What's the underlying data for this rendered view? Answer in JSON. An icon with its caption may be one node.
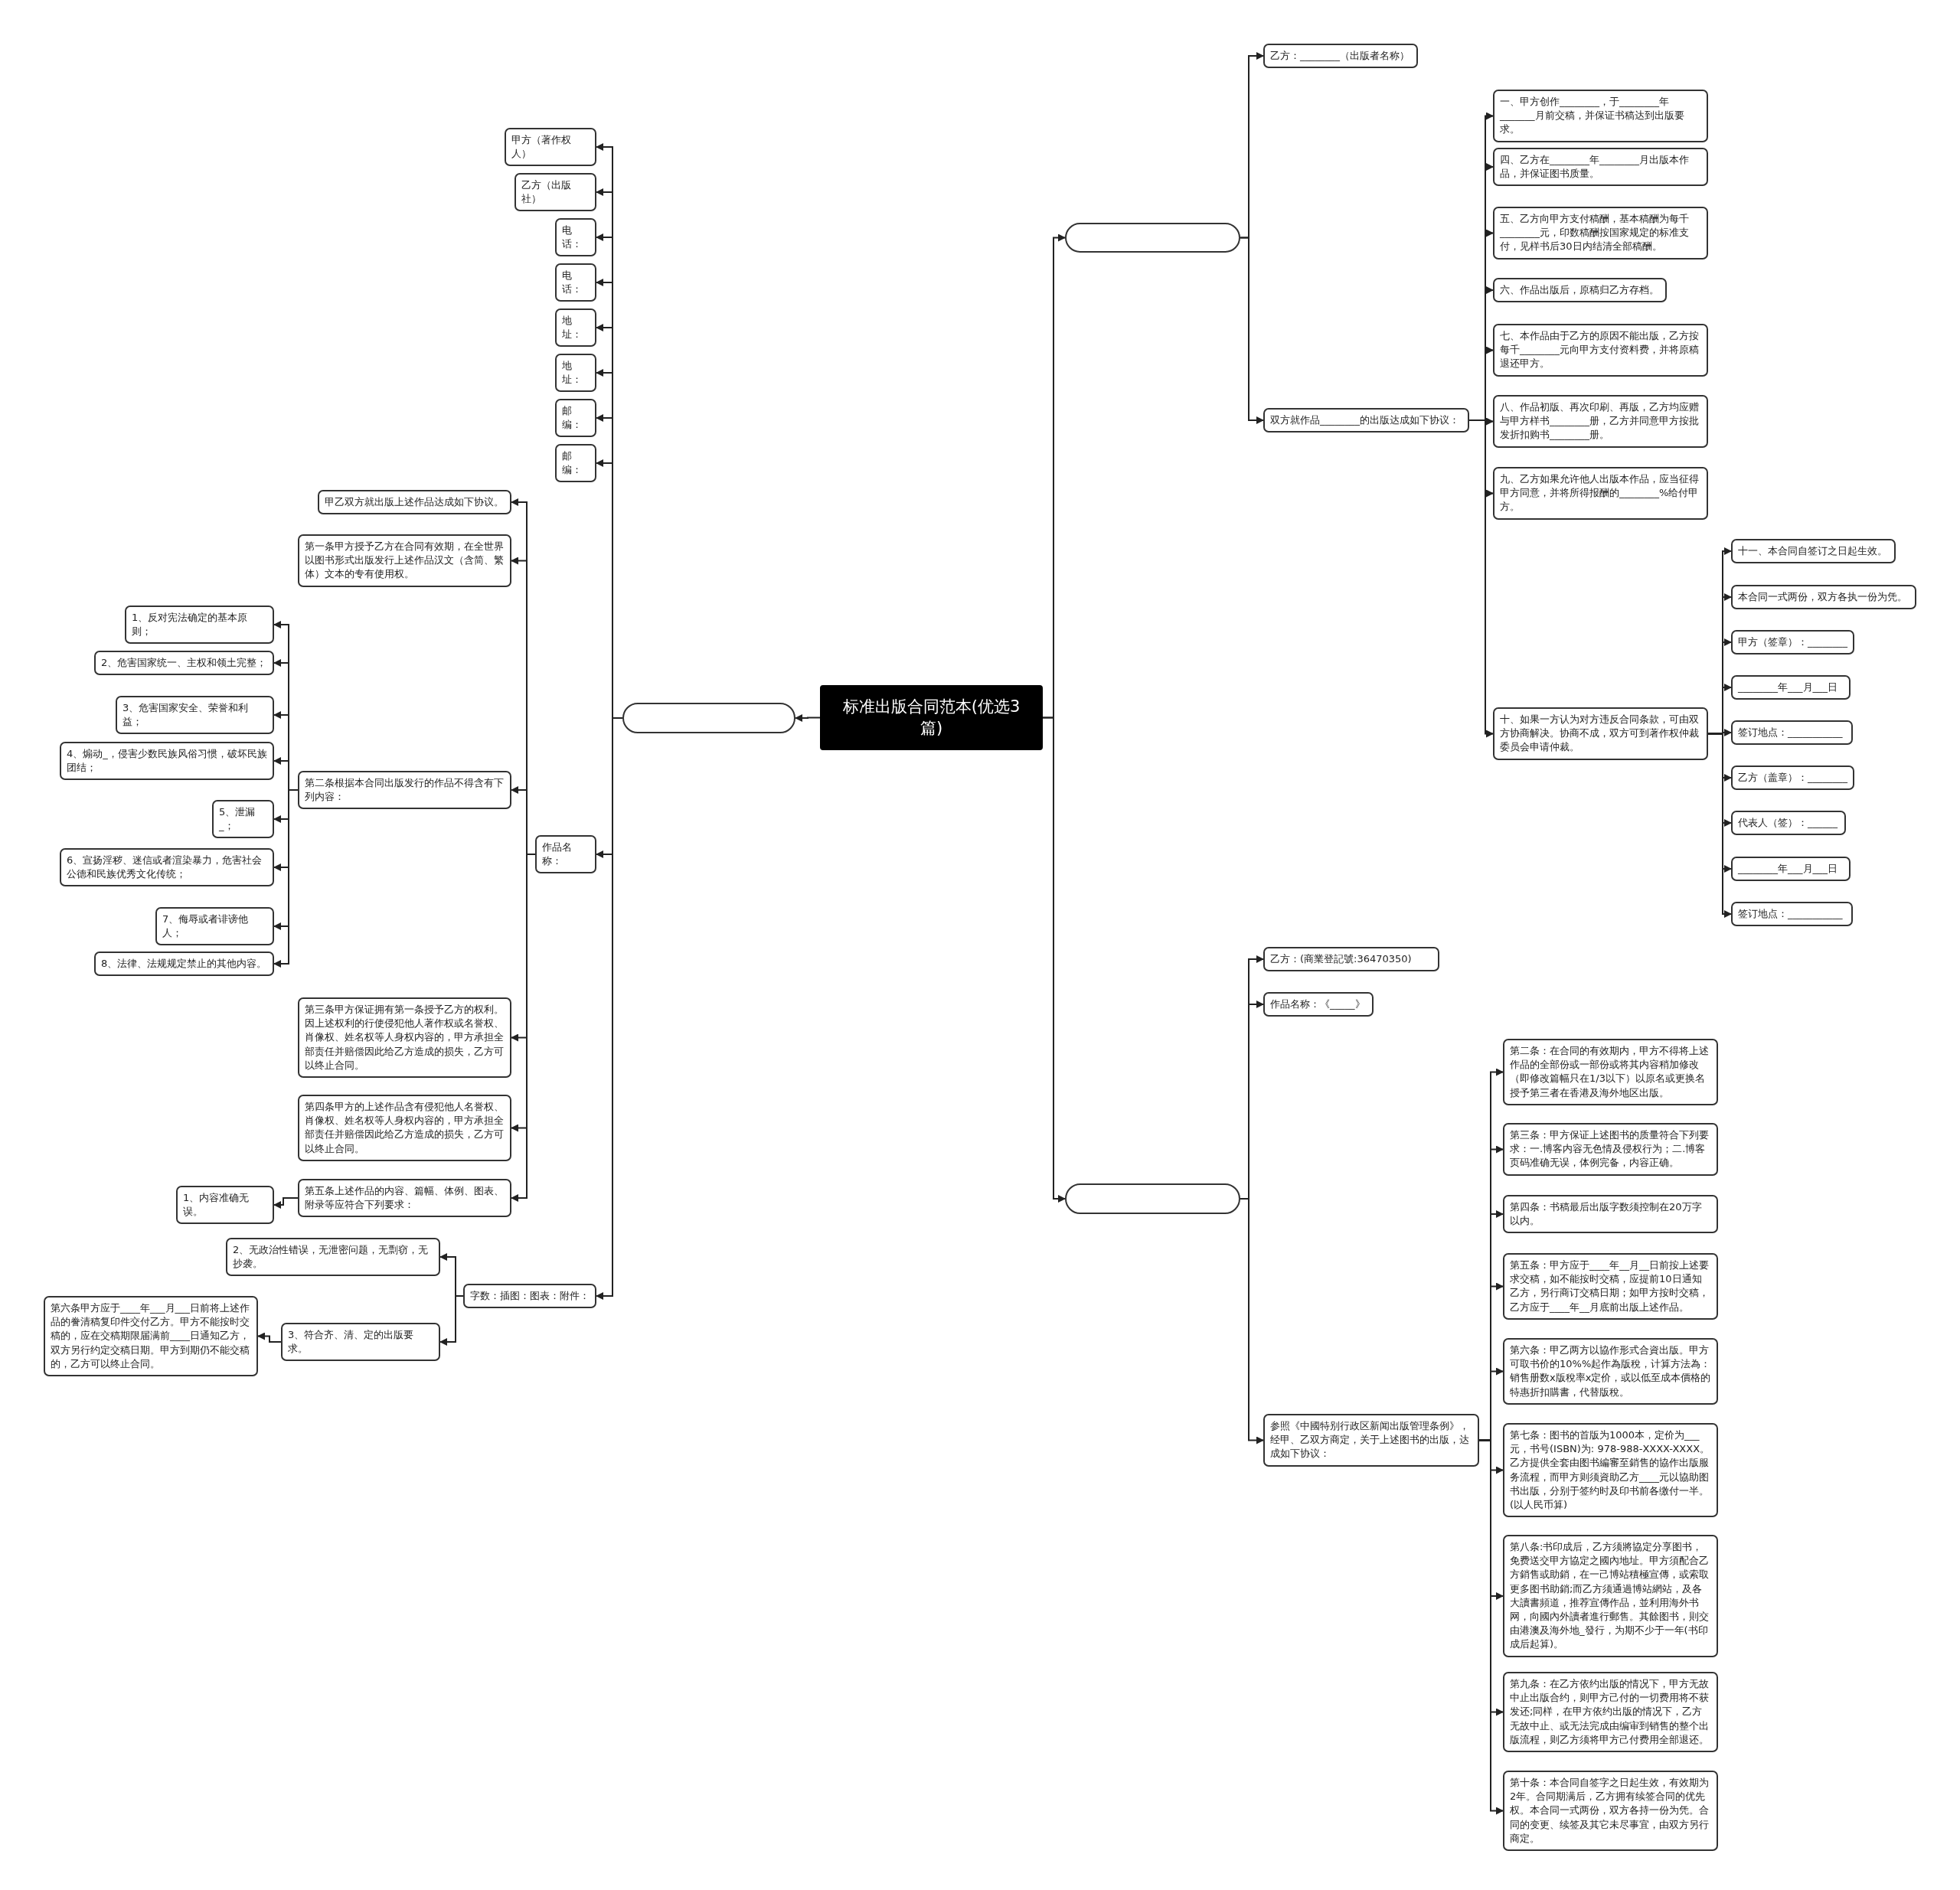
{
  "diagram": {
    "nodes": [
      {
        "text": [
          "标准出版合同范本(优选3篇)"
        ]
      },
      {
        "text": [],
        "shape": "box"
      },
      {
        "text": [
          "甲方（著作权人）"
        ]
      },
      {
        "text": [
          "乙方（出版社）"
        ]
      },
      {
        "text": [
          "电话："
        ]
      },
      {
        "text": [
          "电话："
        ]
      },
      {
        "text": [
          "地址："
        ]
      },
      {
        "text": [
          "地址："
        ]
      },
      {
        "text": [
          "邮编："
        ]
      },
      {
        "text": [
          "邮编："
        ]
      },
      {
        "text": [
          "作品名称："
        ]
      },
      {
        "text": [
          "甲乙双方就出版上述作品达成如下协议。"
        ]
      },
      {
        "text": [
          "第一条甲方授予乙方在合同有效期，在全世界以图书形式出版发行上述作品汉文（含简、繁体）文本的专有使用权。"
        ]
      },
      {
        "text": [
          "第二条根据本合同出版发行的作品不得含有下列内容："
        ]
      },
      {
        "text": [
          "1、反对宪法确定的基本原则；"
        ]
      },
      {
        "text": [
          "2、危害国家统一、主权和领土完整；"
        ]
      },
      {
        "text": [
          "3、危害国家安全、荣誉和利益；"
        ]
      },
      {
        "text": [
          "4、煽动_，侵害少数民族风俗习惯，破坏民族团结；"
        ]
      },
      {
        "text": [
          "5、泄漏_；"
        ]
      },
      {
        "text": [
          "6、宣扬淫秽、迷信或者渲染暴力，危害社会公德和民族优秀文化传统；"
        ]
      },
      {
        "text": [
          "7、侮辱或者诽谤他人；"
        ]
      },
      {
        "text": [
          "8、法律、法规规定禁止的其他内容。"
        ]
      },
      {
        "text": [
          "第三条甲方保证拥有第一条授予乙方的权利。因上述权利的行使侵犯他人著作权或名誉权、肖像权、姓名权等人身权内容的，甲方承担全部责任并赔偿因此给乙方造成的损失，乙方可以终止合同。"
        ]
      },
      {
        "text": [
          "第四条甲方的上述作品含有侵犯他人名誉权、肖像权、姓名权等人身权内容的，甲方承担全部责任并赔偿因此给乙方造成的损失，乙方可以终止合同。"
        ]
      },
      {
        "text": [
          "第五条上述作品的内容、篇幅、体例、图表、附录等应符合下列要求："
        ]
      },
      {
        "text": [
          "1、内容准确无误。"
        ]
      },
      {
        "text": [
          "字数：插图：图表：附件："
        ]
      },
      {
        "text": [
          "2、无政治性错误，无泄密问题，无剽窃，无抄袭。"
        ]
      },
      {
        "text": [
          "3、符合齐、清、定的出版要求。"
        ]
      },
      {
        "text": [
          "第六条甲方应于____年___月___日前将上述作品的誊清稿复印件交付乙方。甲方不能按时交稿的，应在交稿期限届满前____日通知乙方，双方另行约定交稿日期。甲方到期仍不能交稿的，乙方可以终止合同。"
        ]
      },
      {
        "text": [],
        "shape": "box"
      },
      {
        "text": [
          "乙方：________（出版者名称）"
        ]
      },
      {
        "text": [
          "双方就作品________的出版达成如下协议："
        ]
      },
      {
        "text": [
          "一、甲方创作________，于________年_______月前交稿，并保证书稿达到出版要求。"
        ]
      },
      {
        "text": [
          "四、乙方在________年________月出版本作品，并保证图书质量。"
        ]
      },
      {
        "text": [
          "五、乙方向甲方支付稿酬，基本稿酬为每千________元，印数稿酬按国家规定的标准支付，见样书后30日内结清全部稿酬。"
        ]
      },
      {
        "text": [
          "六、作品出版后，原稿归乙方存档。"
        ]
      },
      {
        "text": [
          "七、本作品由于乙方的原因不能出版，乙方按每千________元向甲方支付资料费，并将原稿退还甲方。"
        ]
      },
      {
        "text": [
          "八、作品初版、再次印刷、再版，乙方均应赠与甲方样书________册，乙方并同意甲方按批发折扣购书________册。"
        ]
      },
      {
        "text": [
          "九、乙方如果允许他人出版本作品，应当征得甲方同意，并将所得报酬的________%给付甲方。"
        ]
      },
      {
        "text": [
          "十、如果一方认为对方违反合同条款，可由双方协商解决。协商不成，双方可到著作权仲裁委员会申请仲裁。"
        ]
      },
      {
        "text": [
          "十一、本合同自签订之日起生效。"
        ]
      },
      {
        "text": [
          "本合同一式两份，双方各执一份为凭。"
        ]
      },
      {
        "text": [
          "甲方（签章）：________"
        ]
      },
      {
        "text": [
          "________年___月___日"
        ]
      },
      {
        "text": [
          "签订地点：___________"
        ]
      },
      {
        "text": [
          "乙方（盖章）：________"
        ]
      },
      {
        "text": [
          "代表人（签）：______"
        ]
      },
      {
        "text": [
          "________年___月___日"
        ]
      },
      {
        "text": [
          "签订地点：___________"
        ]
      },
      {
        "text": [],
        "shape": "box"
      },
      {
        "text": [
          "乙方：(商業登記號:36470350)"
        ]
      },
      {
        "text": [
          "作品名称：《_____》"
        ]
      },
      {
        "text": [
          "参照《中國特别行政区新闻出版管理条例》，经甲、乙双方商定，关于上述图书的出版，达成如下协议："
        ]
      },
      {
        "text": [
          "第二条：在合同的有效期内，甲方不得将上述作品的全部份或一部份或将其内容稍加修改（即修改篇幅只在1/3以下）以原名或更换名授予第三者在香港及海外地区出版。"
        ]
      },
      {
        "text": [
          "第三条：甲方保证上述图书的质量符合下列要求：一.博客内容无色情及侵权行为；二.博客页码准确无误，体例完备，内容正确。"
        ]
      },
      {
        "text": [
          "第四条：书稿最后出版字数须控制在20万字以内。"
        ]
      },
      {
        "text": [
          "第五条：甲方应于____年__月__日前按上述要求交稿，如不能按时交稿，应提前10日通知乙方，另行商订交稿日期；如甲方按时交稿，乙方应于____年__月底前出版上述作品。"
        ]
      },
      {
        "text": [
          "第六条：甲乙两方以協作形式合資出版。甲方可取书价的10%%起作為版稅，计算方法為：销售册数x版稅率x定价，或以低至成本價格的特惠折扣購書，代替版稅。"
        ]
      },
      {
        "text": [
          "第七条：图书的首版为1000本，定价为___元，书号(ISBN)为: 978-988-XXXX-XXXX。乙方提供全套由图书編審至銷售的協作出版服务流程，而甲方则须資助乙方____元以協助图书出版，分别于签约时及印书前各缴付一半。(以人民币算)"
        ]
      },
      {
        "text": [
          "第八条:书印成后，乙方须將協定分享图书，免费送交甲方協定之國內地址。甲方須配合乙方銷售或助銷，在一己博站積極宣傳，或索取更多图书助銷;而乙方须通過博站網站，及各大讀書頻道，推荐宣傳作品，並利用海外书网，向國內外讀者進行郵售。其餘图书，則交由港澳及海外地_發行，为期不少于一年(书印成后起算)。"
        ]
      },
      {
        "text": [
          "第九条：在乙方依约出版的情况下，甲方无故中止出版合约，则甲方己付的一切费用将不获发还;同样，在甲方依约出版的情况下，乙方无故中止、或无法完成由编审到销售的整个出版流程，则乙方须将甲方己付费用全部退还。"
        ]
      },
      {
        "text": [
          "第十条：本合同自签字之日起生效，有效期为2年。合同期满后，乙方拥有续签合同的优先权。本合同一式两份，双方各持一份为凭。合同的变更、续签及其它未尽事宜，由双方另行商定。"
        ]
      }
    ],
    "edges": [
      {
        "from": 0,
        "to": 1,
        "arrow": "to"
      },
      {
        "from": 1,
        "to": 2,
        "arrow": "to"
      },
      {
        "from": 1,
        "to": 3,
        "arrow": "to"
      },
      {
        "from": 1,
        "to": 4,
        "arrow": "to"
      },
      {
        "from": 1,
        "to": 5,
        "arrow": "to"
      },
      {
        "from": 1,
        "to": 6,
        "arrow": "to"
      },
      {
        "from": 1,
        "to": 7,
        "arrow": "to"
      },
      {
        "from": 1,
        "to": 8,
        "arrow": "to"
      },
      {
        "from": 1,
        "to": 9,
        "arrow": "to"
      },
      {
        "from": 1,
        "to": 10,
        "arrow": "to"
      },
      {
        "from": 10,
        "to": 11,
        "arrow": "to"
      },
      {
        "from": 10,
        "to": 12,
        "arrow": "to"
      },
      {
        "from": 10,
        "to": 13,
        "arrow": "to"
      },
      {
        "from": 13,
        "to": 14,
        "arrow": "to"
      },
      {
        "from": 13,
        "to": 15,
        "arrow": "to"
      },
      {
        "from": 13,
        "to": 16,
        "arrow": "to"
      },
      {
        "from": 13,
        "to": 17,
        "arrow": "to"
      },
      {
        "from": 13,
        "to": 18,
        "arrow": "to"
      },
      {
        "from": 13,
        "to": 19,
        "arrow": "to"
      },
      {
        "from": 13,
        "to": 20,
        "arrow": "to"
      },
      {
        "from": 13,
        "to": 21,
        "arrow": "to"
      },
      {
        "from": 10,
        "to": 22,
        "arrow": "to"
      },
      {
        "from": 10,
        "to": 23,
        "arrow": "to"
      },
      {
        "from": 10,
        "to": 24,
        "arrow": "to"
      },
      {
        "from": 24,
        "to": 25,
        "arrow": "to"
      },
      {
        "from": 1,
        "to": 26,
        "arrow": "to"
      },
      {
        "from": 26,
        "to": 27,
        "arrow": "to"
      },
      {
        "from": 26,
        "to": 28,
        "arrow": "to"
      },
      {
        "from": 28,
        "to": 29,
        "arrow": "to"
      },
      {
        "from": 0,
        "to": 30,
        "arrow": "to"
      },
      {
        "from": 30,
        "to": 31,
        "arrow": "to"
      },
      {
        "from": 30,
        "to": 32,
        "arrow": "to"
      },
      {
        "from": 32,
        "to": 33,
        "arrow": "to"
      },
      {
        "from": 32,
        "to": 34,
        "arrow": "to"
      },
      {
        "from": 32,
        "to": 35,
        "arrow": "to"
      },
      {
        "from": 32,
        "to": 36,
        "arrow": "to"
      },
      {
        "from": 32,
        "to": 37,
        "arrow": "to"
      },
      {
        "from": 32,
        "to": 38,
        "arrow": "to"
      },
      {
        "from": 32,
        "to": 39,
        "arrow": "to"
      },
      {
        "from": 32,
        "to": 40,
        "arrow": "to"
      },
      {
        "from": 40,
        "to": 41,
        "arrow": "to"
      },
      {
        "from": 40,
        "to": 42,
        "arrow": "to"
      },
      {
        "from": 40,
        "to": 43,
        "arrow": "to"
      },
      {
        "from": 40,
        "to": 44,
        "arrow": "to"
      },
      {
        "from": 40,
        "to": 45,
        "arrow": "to"
      },
      {
        "from": 40,
        "to": 46,
        "arrow": "to"
      },
      {
        "from": 40,
        "to": 47,
        "arrow": "to"
      },
      {
        "from": 40,
        "to": 48,
        "arrow": "to"
      },
      {
        "from": 40,
        "to": 49,
        "arrow": "to"
      },
      {
        "from": 0,
        "to": 50,
        "arrow": "to"
      },
      {
        "from": 50,
        "to": 51,
        "arrow": "to"
      },
      {
        "from": 50,
        "to": 52,
        "arrow": "to"
      },
      {
        "from": 50,
        "to": 53,
        "arrow": "to"
      },
      {
        "from": 53,
        "to": 54,
        "arrow": "to"
      },
      {
        "from": 53,
        "to": 55,
        "arrow": "to"
      },
      {
        "from": 53,
        "to": 56,
        "arrow": "to"
      },
      {
        "from": 53,
        "to": 57,
        "arrow": "to"
      },
      {
        "from": 53,
        "to": 58,
        "arrow": "to"
      },
      {
        "from": 53,
        "to": 59,
        "arrow": "to"
      },
      {
        "from": 53,
        "to": 60,
        "arrow": "to"
      },
      {
        "from": 53,
        "to": 61,
        "arrow": "to"
      },
      {
        "from": 53,
        "to": 62,
        "arrow": "to"
      }
    ]
  }
}
